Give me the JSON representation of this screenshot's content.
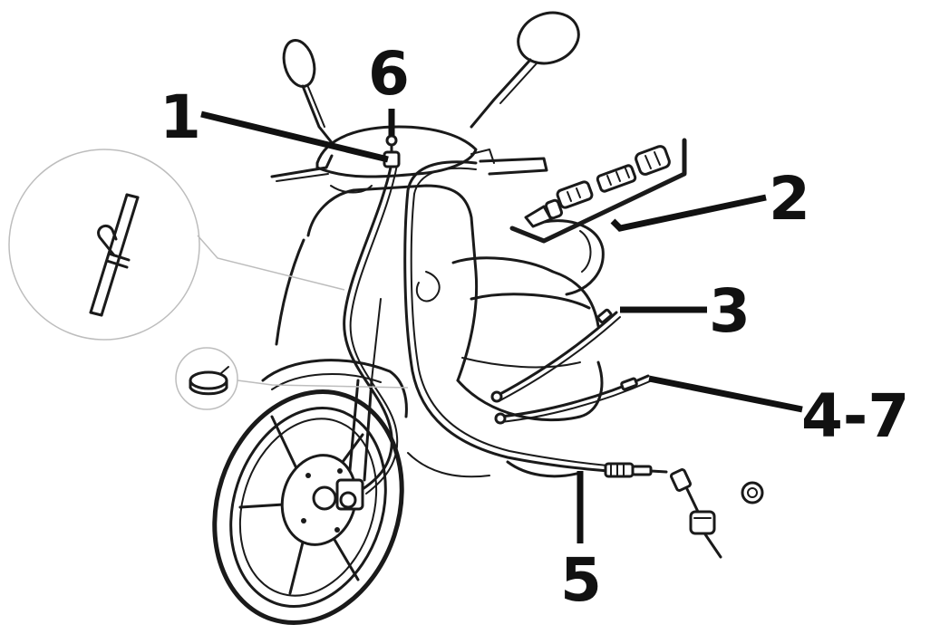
{
  "diagram": {
    "callouts": [
      {
        "id": "1",
        "label": "1"
      },
      {
        "id": "2",
        "label": "2"
      },
      {
        "id": "3",
        "label": "3"
      },
      {
        "id": "4-7",
        "label": "4-7"
      },
      {
        "id": "5",
        "label": "5"
      },
      {
        "id": "6",
        "label": "6"
      }
    ],
    "colors": {
      "ink": "#111111",
      "background": "#ffffff",
      "detail_circle": "#bdbdbd"
    },
    "icons": [
      "scooter-line-drawing",
      "cable-clip-detail",
      "hose-clamp-detail",
      "cable-end-fittings"
    ]
  }
}
